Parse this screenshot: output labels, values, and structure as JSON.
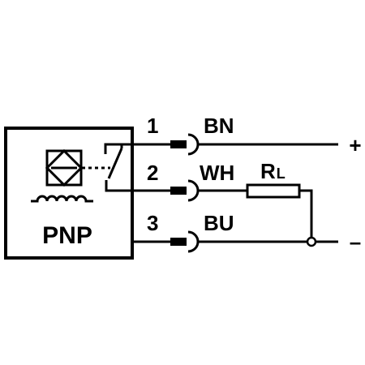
{
  "device": {
    "type_label": "PNP"
  },
  "pins": [
    {
      "number": "1",
      "wire_color": "BN"
    },
    {
      "number": "2",
      "wire_color": "WH"
    },
    {
      "number": "3",
      "wire_color": "BU"
    }
  ],
  "load": {
    "symbol": "R",
    "subscript": "L"
  },
  "supply": {
    "positive": "+",
    "negative": "–"
  }
}
